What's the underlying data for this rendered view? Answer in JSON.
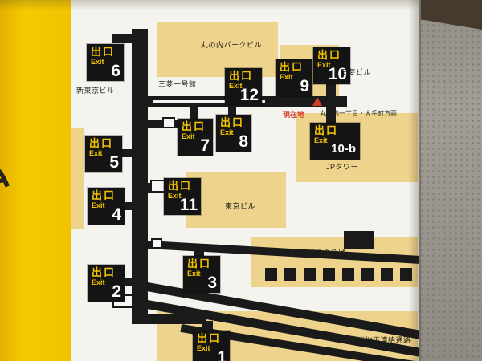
{
  "sign": {
    "side_text": "ム",
    "current_location": "現在地",
    "direction_label": "丸の内一丁目・大手町方面",
    "colors": {
      "panel_yellow": "#f2c300",
      "building_tan": "#eed38c",
      "path_black": "#1a1a1a",
      "marker_red": "#d43a2a",
      "exit_text_yellow": "#f3c300",
      "exit_number_white": "#ffffff"
    },
    "exits": [
      {
        "kanji": "出口",
        "label_en": "Exit",
        "number": "6"
      },
      {
        "kanji": "出口",
        "label_en": "Exit",
        "number": "12"
      },
      {
        "kanji": "出口",
        "label_en": "Exit",
        "number": "9"
      },
      {
        "kanji": "出口",
        "label_en": "Exit",
        "number": "10"
      },
      {
        "kanji": "出口",
        "label_en": "Exit",
        "number": "5"
      },
      {
        "kanji": "出口",
        "label_en": "Exit",
        "number": "7"
      },
      {
        "kanji": "出口",
        "label_en": "Exit",
        "number": "8"
      },
      {
        "kanji": "出口",
        "label_en": "Exit",
        "number": "10-b"
      },
      {
        "kanji": "出口",
        "label_en": "Exit",
        "number": "11"
      },
      {
        "kanji": "出口",
        "label_en": "Exit",
        "number": "4"
      },
      {
        "kanji": "出口",
        "label_en": "Exit",
        "number": "3"
      },
      {
        "kanji": "出口",
        "label_en": "Exit",
        "number": "2"
      },
      {
        "kanji": "出口",
        "label_en": "Exit",
        "number": "1"
      }
    ],
    "buildings": [
      {
        "name": "丸の内パークビル"
      },
      {
        "name": "三菱一号館"
      },
      {
        "name": "三菱ビル"
      },
      {
        "name": "新東京ビル"
      },
      {
        "name": "JPタワー"
      },
      {
        "name": "東京ビル"
      },
      {
        "name": "はとバスのりば"
      },
      {
        "name": "八重洲地下連絡通路"
      }
    ]
  }
}
